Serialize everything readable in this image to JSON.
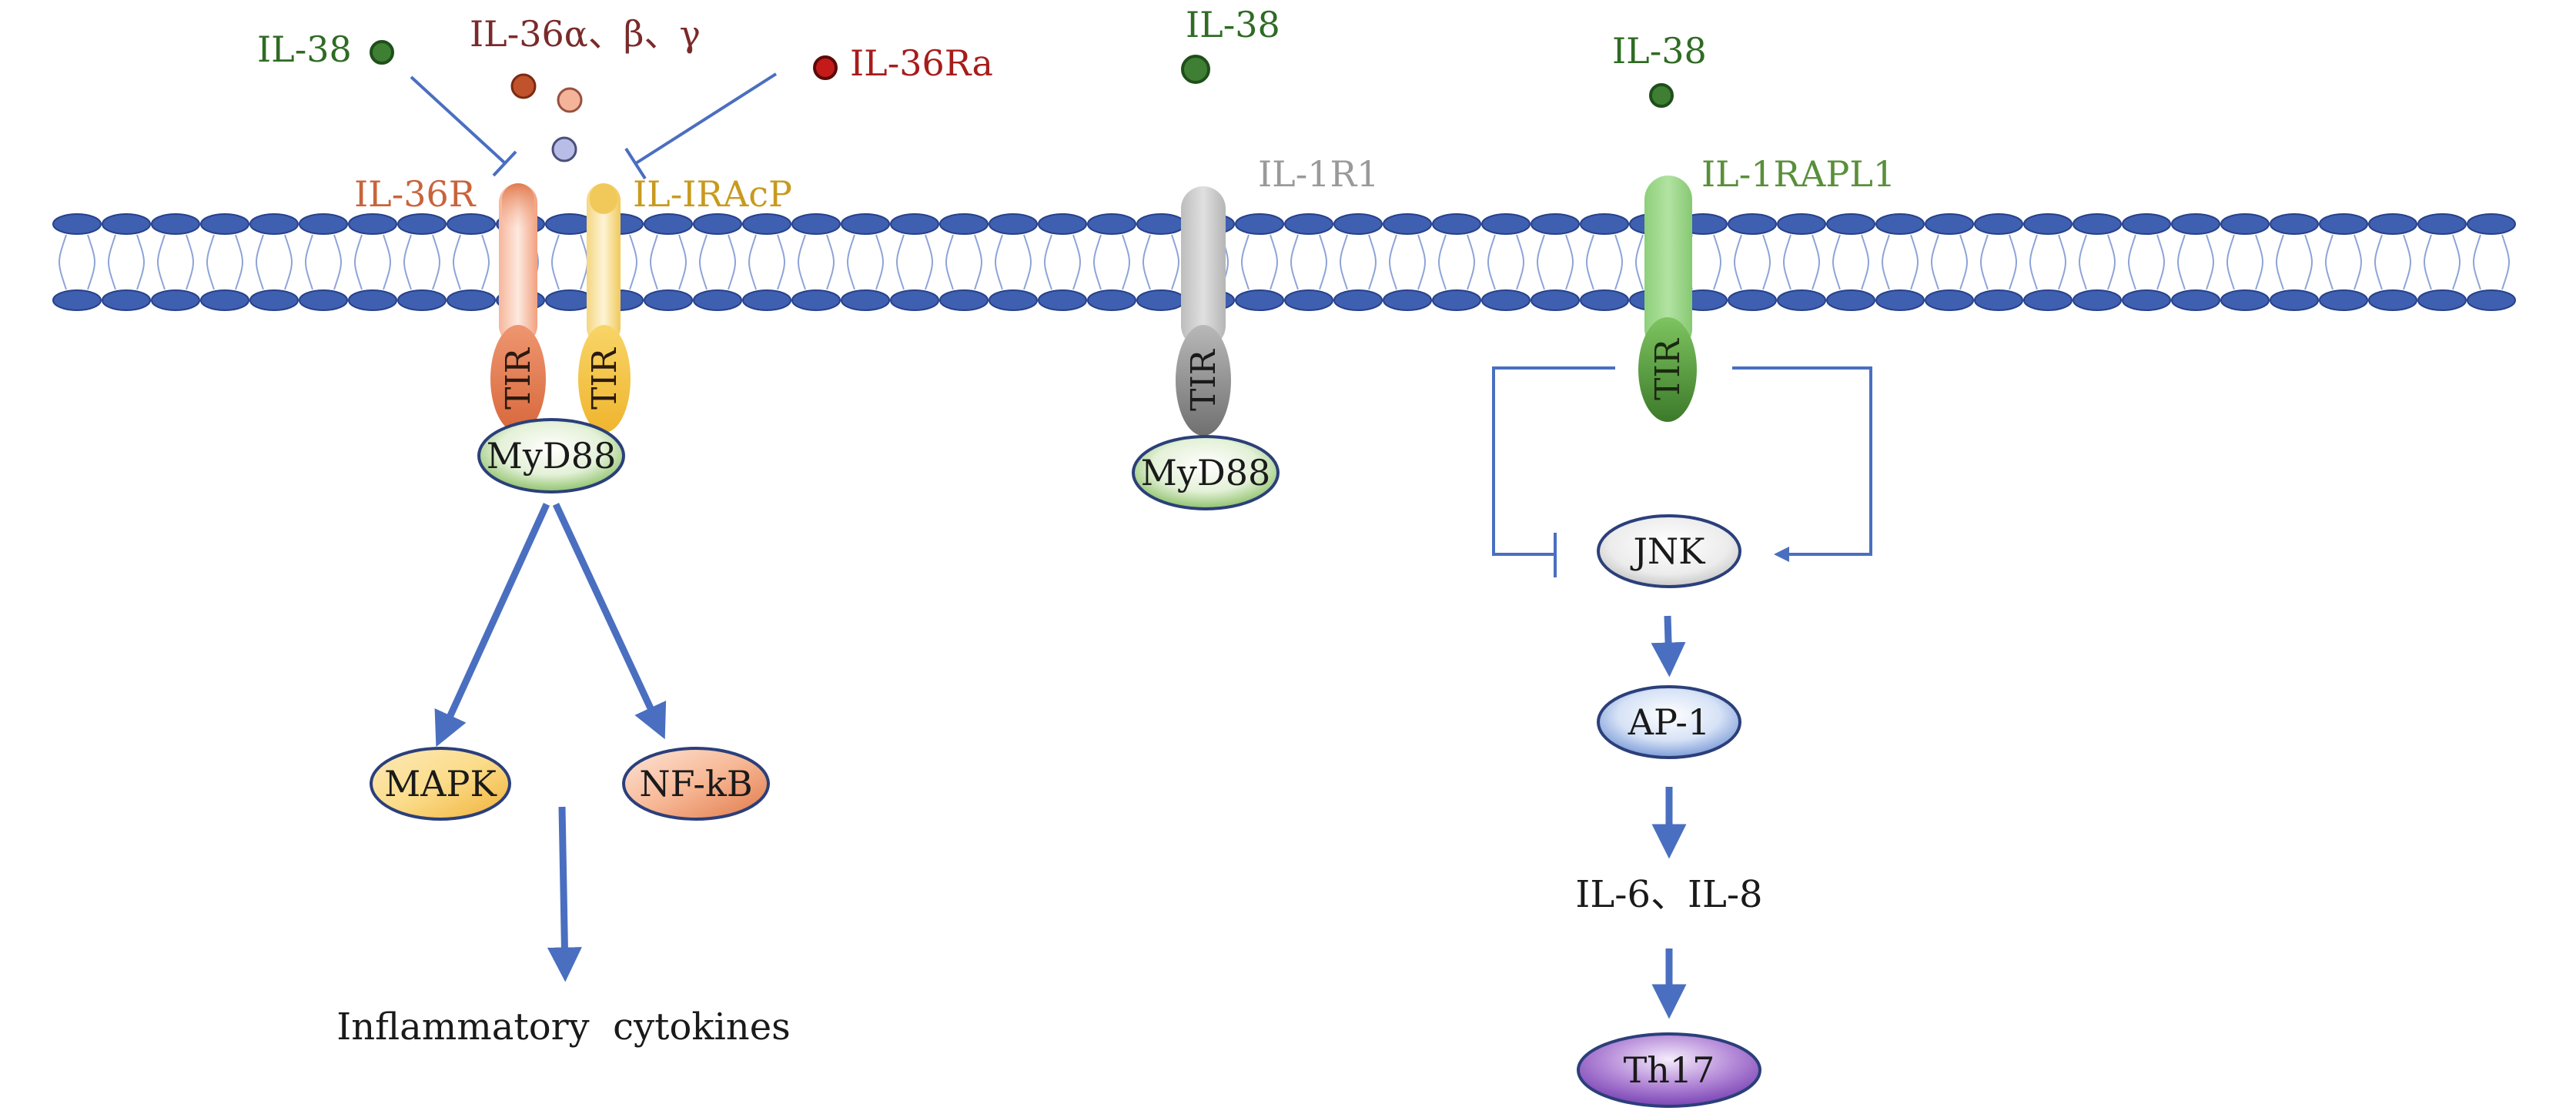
{
  "ligands": {
    "il38_left": "IL-38",
    "il36_agonists": "IL-36α、β、γ",
    "il36ra": "IL-36Ra",
    "il38_center": "IL-38",
    "il38_right": "IL-38"
  },
  "receptors": {
    "il36r": "IL-36R",
    "il1racp": "IL-IRAcP",
    "il1r1": "IL-1R1",
    "il1rapl1": "IL-1RAPL1"
  },
  "domains": {
    "tir": "TIR"
  },
  "nodes": {
    "myd88_left": "MyD88",
    "myd88_center": "MyD88",
    "mapk": "MAPK",
    "nfkb": "NF-kB",
    "inflammatory": "Inflammatory  cytokines",
    "jnk": "JNK",
    "ap1": "AP-1",
    "il6_il8": "IL-6、IL-8",
    "th17": "Th17"
  },
  "colors": {
    "membrane": "#3f5fb0",
    "arrow": "#4a6fc0",
    "il38": "#2f7d32",
    "il36r": "#c8643c",
    "il1racp": "#c89a1e",
    "il36ra": "#b71c1c",
    "il36_agonists": "#7a2a2a",
    "il1r1": "#9a9a9a",
    "il1rapl1": "#5a8f3a"
  }
}
